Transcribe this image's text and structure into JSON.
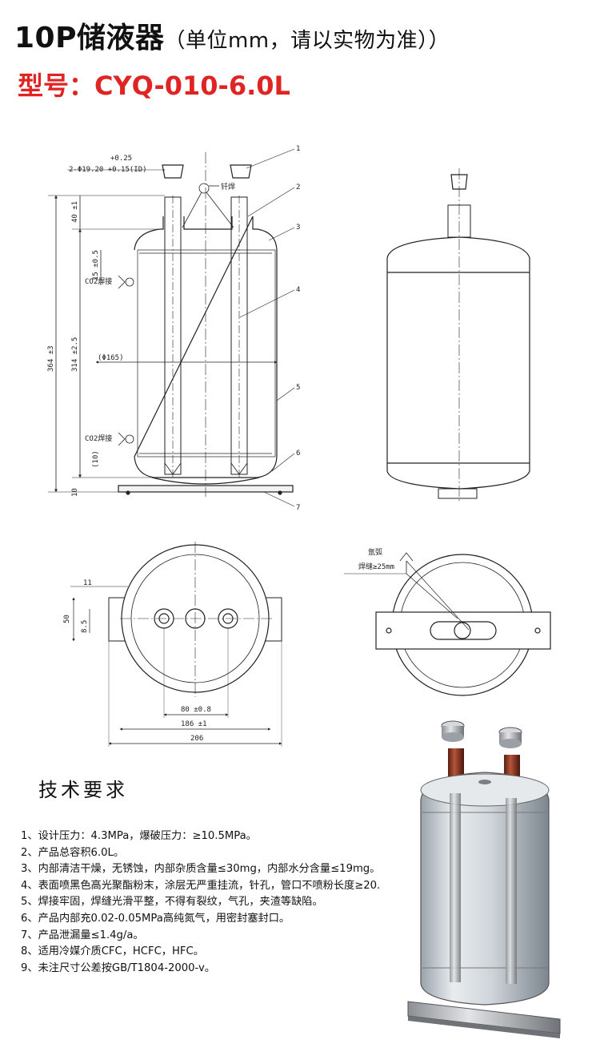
{
  "title": {
    "main": "10P储液器",
    "note": "（单位mm，请以实物为准））",
    "color": "#111111"
  },
  "model": {
    "label": "型号：CYQ-010-6.0L",
    "color": "#e02424"
  },
  "drawing": {
    "front": {
      "tol_top": "+0.25",
      "tol_bot": "2-Φ19.20 +0.15(ID)",
      "braze_label": "钎焊",
      "co2_label_1": "CO2焊接",
      "co2_label_2": "CO2焊接",
      "dia_label": "(Φ165)",
      "dim_40": "40 ±1",
      "dim_15": "15 ±0.5",
      "dim_314": "314 ±2.5",
      "dim_364": "364 ±3",
      "dim_10a": "(10)",
      "dim_10b": "10",
      "callouts": [
        "1",
        "2",
        "3",
        "4",
        "5",
        "6",
        "7"
      ]
    },
    "top": {
      "dim_11": "11",
      "dim_50": "50",
      "dim_85": "8.5",
      "dim_80": "80 ±0.8",
      "dim_186": "186 ±1",
      "dim_206": "206"
    },
    "bottom": {
      "weld_1": "氩弧",
      "weld_2": "焊缝≥25mm"
    }
  },
  "requirements": {
    "title": "技术要求",
    "items": [
      "1、设计压力：4.3MPa，爆破压力：≥10.5MPa。",
      "2、产品总容积6.0L。",
      "3、内部清洁干燥，无锈蚀，内部杂质含量≤30mg，内部水分含量≤19mg。",
      "4、表面喷黑色高光聚酯粉末，涂层无严重挂流，针孔，管口不喷粉长度≥20.",
      "5、焊接牢固，焊缝光滑平整，不得有裂纹，气孔，夹渣等缺陷。",
      "6、产品内部充0.02-0.05MPa高纯氮气，用密封塞封口。",
      "7、产品泄漏量≤1.4g/a。",
      "8、适用冷媒介质CFC，HCFC，HFC。",
      "9、未注尺寸公差按GB/T1804-2000-v。"
    ]
  }
}
